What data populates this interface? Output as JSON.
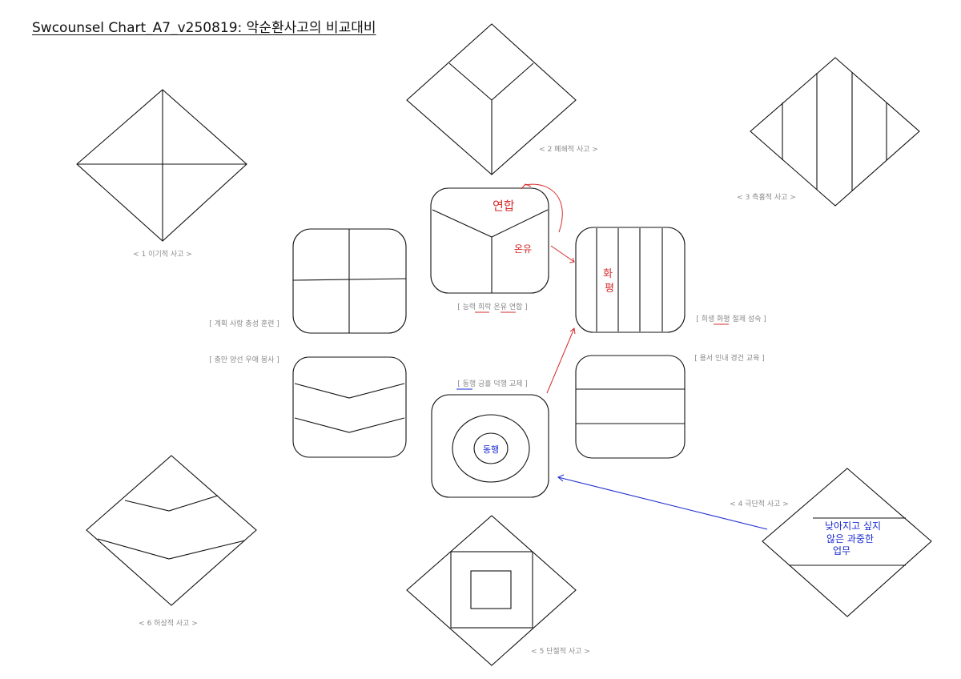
{
  "title": "Swcounsel Chart_A7_v250819: 악순환사고의 비교대비",
  "diamond_labels": {
    "d1": "< 1 이기적 사고 >",
    "d2": "< 2 폐쇄적 사고 >",
    "d3": "< 3 측흉적 사고 >",
    "d4": "< 4 극단적 사고 >",
    "d5": "< 5 단절적 사고 >",
    "d6": "< 6 허상적 사고 >"
  },
  "square_labels": {
    "top": "[ 능력 희락 온유 연합 ]",
    "left_top": "[ 계획 사랑 충성 훈련 ]",
    "left_bottom": "[ 충만 양선 우애 봉사 ]",
    "right_top": "[ 희생 화평 절제 성숙 ]",
    "right_bottom": "[ 용서 인내 경건 교육 ]",
    "bottom": "[ 동행 긍휼 덕행 교제 ]"
  },
  "handwriting": {
    "yeonhap": "연합",
    "onyu": "온유",
    "hwa": "화",
    "pyeong": "평",
    "donghaeng": "동행",
    "note_line1": "낮아지고 싶지",
    "note_line2": "않은 과중한",
    "note_line3": "업무"
  },
  "colors": {
    "ink": "#111111",
    "label": "#8a8a8a",
    "red_annotation": "#d62a2a",
    "blue_annotation": "#1a2ad0"
  }
}
